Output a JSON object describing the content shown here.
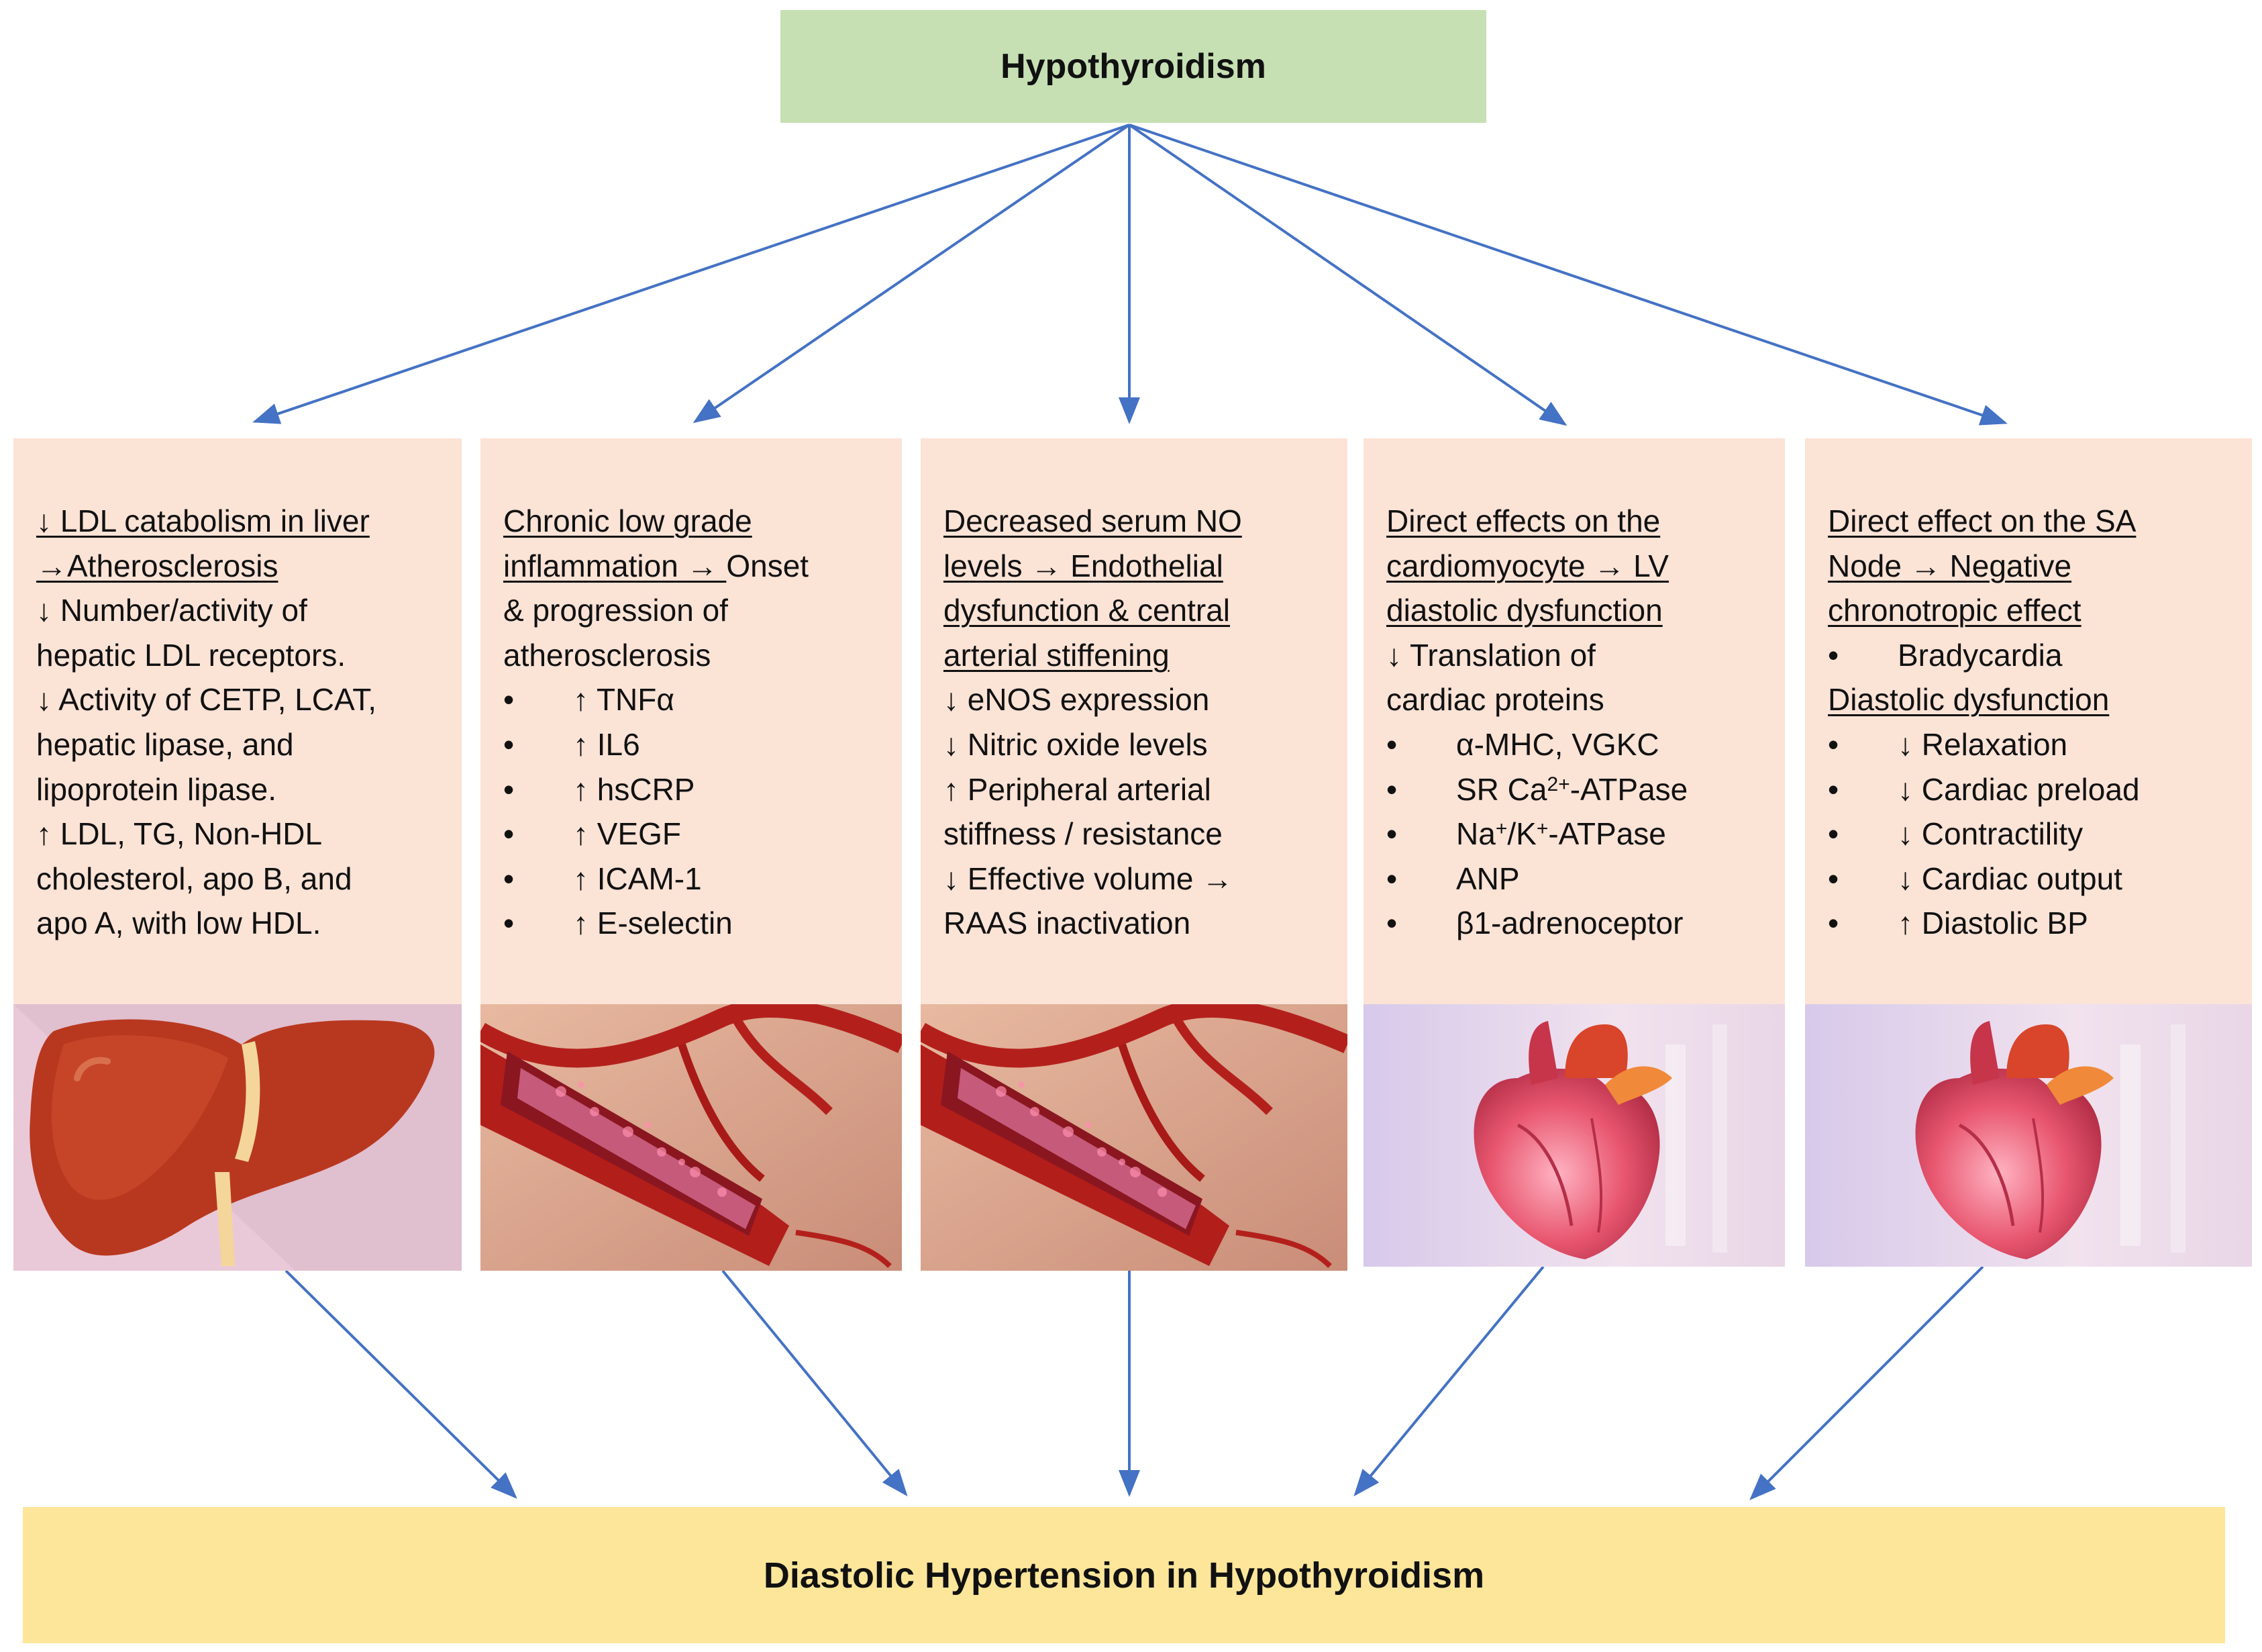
{
  "top": {
    "title": "Hypothyroidism"
  },
  "bottom": {
    "title": "Diastolic Hypertension in Hypothyroidism"
  },
  "panels": [
    {
      "lines": [
        "↓ LDL catabolism in liver",
        "→Atherosclerosis",
        "↓ Number/activity of",
        "hepatic LDL receptors.",
        "↓ Activity of CETP, LCAT,",
        "hepatic lipase, and",
        "lipoprotein lipase.",
        "↑ LDL, TG, Non-HDL",
        "cholesterol, apo B, and",
        "apo A, with low HDL."
      ],
      "image": "liver-illustration"
    },
    {
      "heading_lines": [
        "Chronic low grade",
        "inflammation → "
      ],
      "heading_tail": "Onset",
      "lines": [
        "& progression of",
        "atherosclerosis"
      ],
      "bullet": "•",
      "bullets": [
        "↑ TNFα",
        "↑ IL6",
        "↑ hsCRP",
        "↑ VEGF",
        "↑ ICAM-1",
        "↑ E-selectin"
      ],
      "image": "artery-illustration"
    },
    {
      "heading_lines": [
        "Decreased serum NO",
        "levels → Endothelial",
        "dysfunction & central",
        "arterial stiffening"
      ],
      "lines": [
        "↓ eNOS expression",
        "↓ Nitric oxide levels",
        "↑ Peripheral arterial",
        "stiffness / resistance",
        "↓ Effective volume →",
        "RAAS inactivation"
      ],
      "image": "artery-illustration"
    },
    {
      "heading_lines": [
        "Direct effects on the",
        "cardiomyocyte → LV",
        "diastolic dysfunction"
      ],
      "lines": [
        "↓ Translation of",
        "cardiac proteins"
      ],
      "bullet": "•",
      "bullets": [
        "α-MHC, VGKC",
        "SR Ca",
        "Na",
        "ANP",
        "β1-adrenoceptor"
      ],
      "sr_sup": "2+",
      "sr_tail": "-ATPase",
      "na_sup": "+",
      "na_mid": "/K",
      "na_sup2": "+",
      "na_tail": "-ATPase",
      "image": "heart-illustration"
    },
    {
      "heading_lines": [
        "Direct effect on the SA",
        "Node → Negative",
        "chronotropic effect"
      ],
      "bullet": "•",
      "bullets_a": [
        "Bradycardia"
      ],
      "subheading": "Diastolic dysfunction",
      "bullets_b": [
        "↓ Relaxation",
        "↓ Cardiac preload",
        "↓ Contractility",
        "↓ Cardiac output",
        "↑ Diastolic BP"
      ],
      "image": "heart-illustration"
    }
  ],
  "colors": {
    "top_box": "#c6e0b4",
    "bottom_box": "#fde69a",
    "panel": "#fbe3d6",
    "arrow": "#4472c4"
  }
}
